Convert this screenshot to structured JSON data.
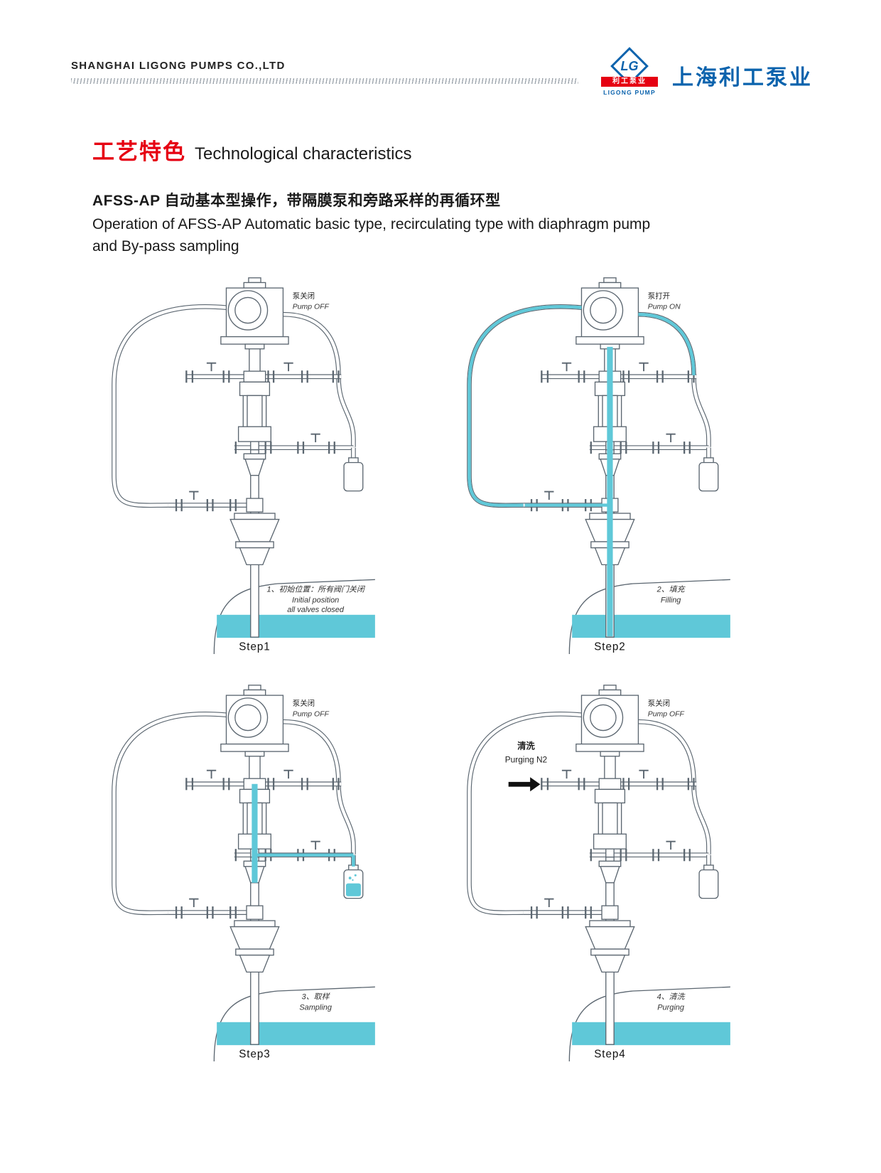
{
  "colors": {
    "accent": "#5FC8D8",
    "brand_blue": "#0B63AD",
    "title_red": "#E60012"
  },
  "header": {
    "company": "SHANGHAI LIGONG PUMPS CO.,LTD",
    "logo": {
      "monogram": "LG",
      "band_cn": "利工泵业",
      "sub_en": "LIGONG PUMP"
    },
    "brand_cn": "上海利工泵业"
  },
  "title": {
    "cn": "工艺特色",
    "en": "Technological characteristics"
  },
  "intro": {
    "line_cn": "AFSS-AP 自动基本型操作，带隔膜泵和旁路采样的再循环型",
    "line_en1": "Operation of AFSS-AP Automatic basic type, recirculating type with diaphragm pump",
    "line_en2": "and By-pass sampling"
  },
  "steps": [
    {
      "caption": "Step1",
      "pump_cn": "泵关闭",
      "pump_en": "Pump OFF",
      "note_cn": "1、初始位置：所有阀门关闭",
      "note_en1": "Initial position",
      "note_en2": "all valves closed",
      "purge": false,
      "fills": {
        "loop": false,
        "tube": false,
        "column": false,
        "probe": false,
        "llman": false,
        "col_upper": false,
        "lman_right": false,
        "bottle": false
      }
    },
    {
      "caption": "Step2",
      "pump_cn": "泵打开",
      "pump_en": "Pump ON",
      "note_cn": "2、填充",
      "note_en1": "Filling",
      "note_en2": "",
      "purge": false,
      "fills": {
        "loop": true,
        "tube": true,
        "column": true,
        "probe": true,
        "llman": true,
        "col_upper": false,
        "lman_right": false,
        "bottle": false
      }
    },
    {
      "caption": "Step3",
      "pump_cn": "泵关闭",
      "pump_en": "Pump OFF",
      "note_cn": "3、取样",
      "note_en1": "Sampling",
      "note_en2": "",
      "purge": false,
      "fills": {
        "loop": false,
        "tube": false,
        "column": false,
        "probe": false,
        "llman": false,
        "col_upper": true,
        "lman_right": true,
        "bottle": true
      }
    },
    {
      "caption": "Step4",
      "pump_cn": "泵关闭",
      "pump_en": "Pump OFF",
      "note_cn": "4、清洗",
      "note_en1": "Purging",
      "note_en2": "",
      "purge": true,
      "purge_cn": "清洗",
      "purge_en": "Purging  N2",
      "fills": {
        "loop": false,
        "tube": false,
        "column": false,
        "probe": false,
        "llman": false,
        "col_upper": false,
        "lman_right": false,
        "bottle": false
      }
    }
  ]
}
